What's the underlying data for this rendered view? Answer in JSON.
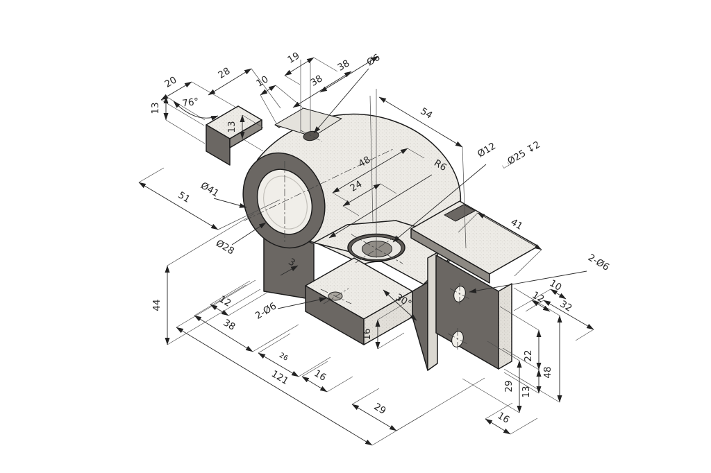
{
  "drawing": {
    "type": "isometric-engineering-drawing",
    "background": "#ffffff",
    "line_color": "#1c1c1c",
    "face_colors": {
      "light_stipple": "#edebe6",
      "mid_stipple": "#e3e0da",
      "dark": "#6b6763",
      "step": "#8d8983",
      "pale_strip": "#dbd8d1",
      "bore_inner": "#f0eee9",
      "counterbore_hole": "#918d87"
    },
    "labels": [
      "20",
      "28",
      "10",
      "19",
      "38",
      "38",
      "Ø6",
      "54",
      "48",
      "24",
      "R6",
      "Ø12",
      "⌴Ø25 ↧2",
      "76°",
      "13",
      "13",
      "Ø41",
      "51",
      "Ø28",
      "3",
      "41",
      "2-Ø6",
      "10",
      "12",
      "32",
      "30°",
      "16",
      "2-Ø6",
      "12",
      "38",
      "26",
      "16",
      "121",
      "44",
      "29",
      "16",
      "29",
      "13",
      "22",
      "48"
    ]
  }
}
